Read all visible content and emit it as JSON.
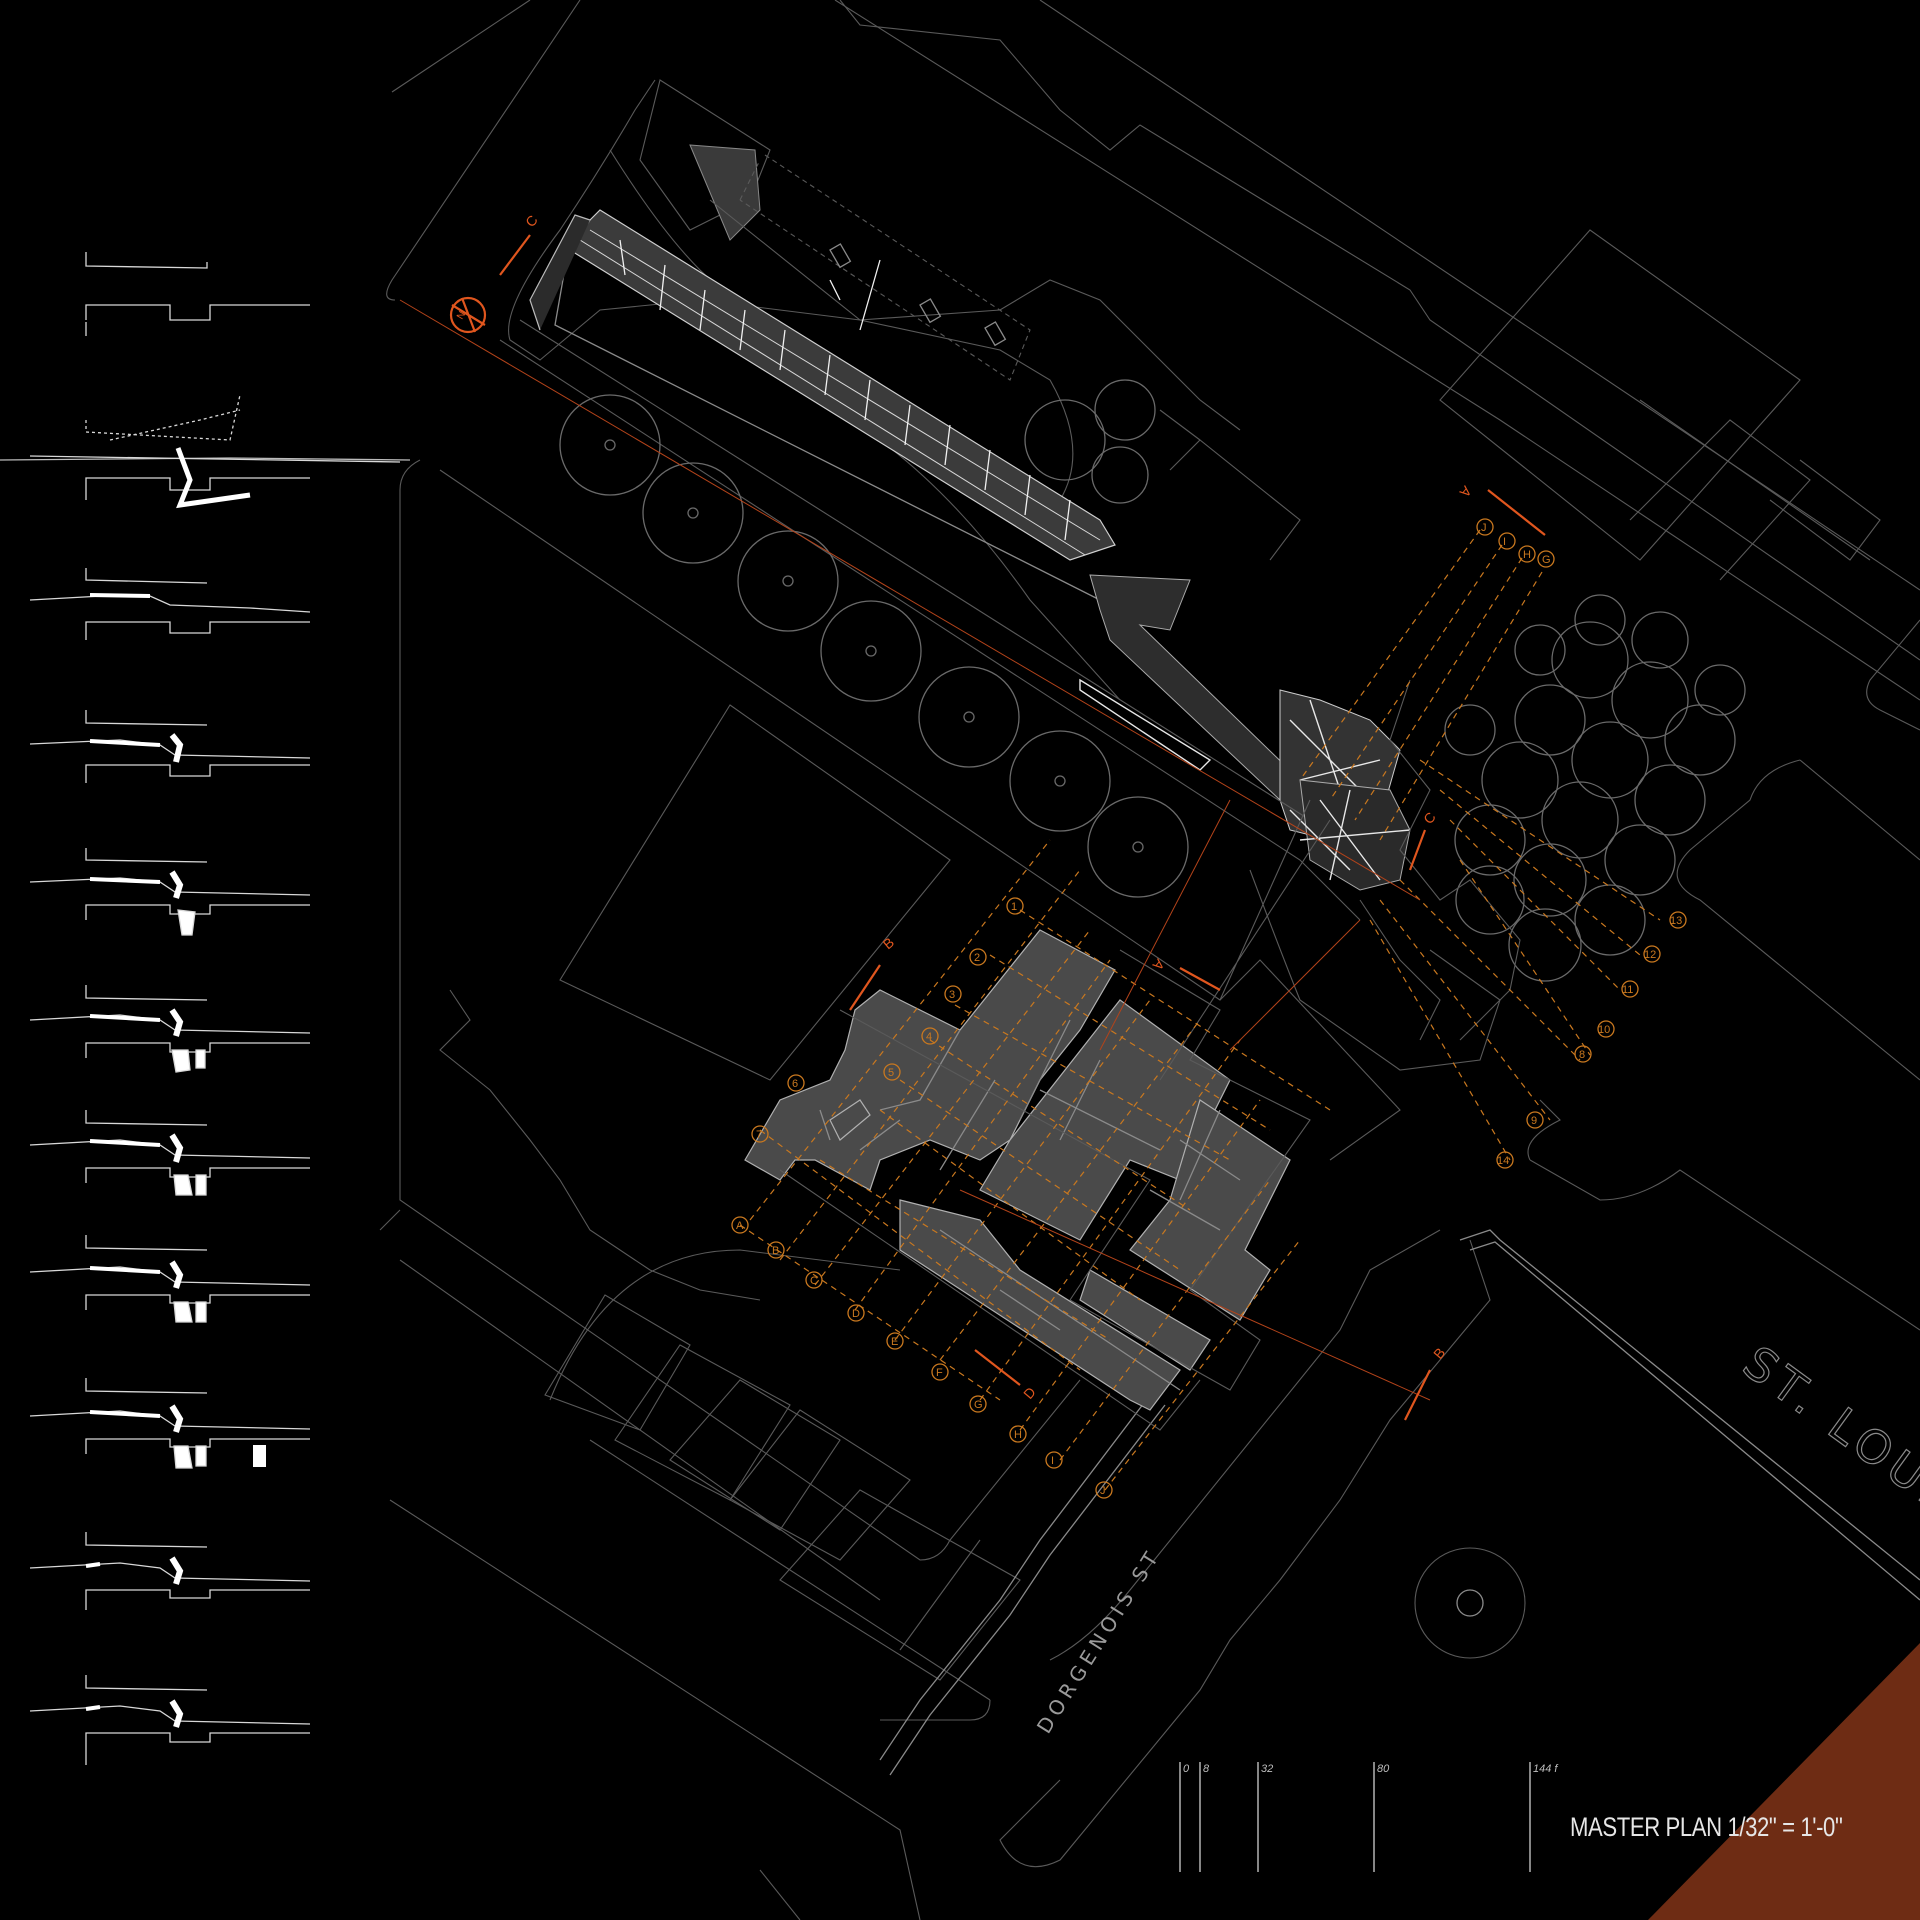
{
  "drawing": {
    "title": "MASTER PLAN 1/32\" = 1'-0\"",
    "streets": [
      "ST. LOUIS",
      "DORGENOIS ST"
    ],
    "section_markers": [
      "C",
      "C",
      "A",
      "A",
      "B",
      "B",
      "D"
    ],
    "north_marker": "N",
    "scale_bar_labels": [
      "0",
      "8",
      "32",
      "80",
      "144 f"
    ],
    "grid_numbers": [
      "1",
      "2",
      "3",
      "4",
      "5",
      "6",
      "7",
      "8",
      "9",
      "10",
      "11",
      "12",
      "13",
      "14"
    ],
    "grid_letters": [
      "A",
      "B",
      "C",
      "D",
      "E",
      "F",
      "G",
      "H",
      "I",
      "J"
    ],
    "column_letters": [
      "J",
      "I",
      "H",
      "G"
    ],
    "section_strip_count": 11
  },
  "colors": {
    "background": "#000000",
    "linework": "#8a8a8a",
    "accent_orange": "#e0561e",
    "grid_orange": "#c9781f",
    "building_fill": "#4a4a4a",
    "corner_block": "#6e2c14"
  }
}
